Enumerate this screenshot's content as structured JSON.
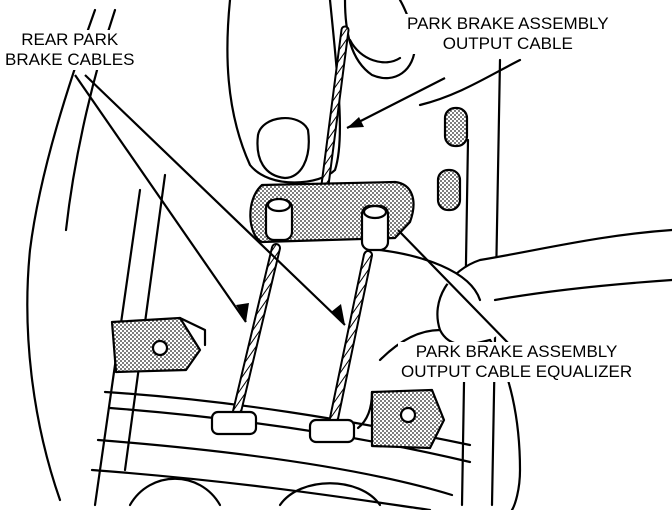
{
  "labels": {
    "rear_park_brake_cables": [
      "REAR PARK",
      "BRAKE CABLES"
    ],
    "output_cable": [
      "PARK BRAKE ASSEMBLY",
      "OUTPUT CABLE"
    ],
    "output_cable_equalizer": [
      "PARK BRAKE ASSEMBLY",
      "OUTPUT CABLE EQUALIZER"
    ]
  },
  "colors": {
    "ink": "#000000",
    "paper": "#ffffff",
    "stipple": "#6e6e6e"
  }
}
